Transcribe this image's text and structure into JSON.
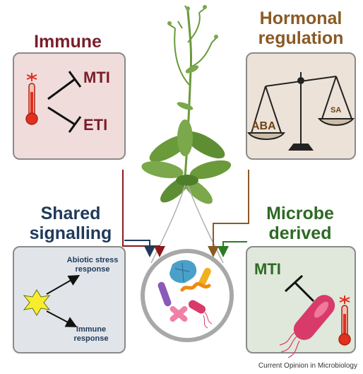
{
  "panels": {
    "immune_output": {
      "title": "Immune output",
      "labels": [
        "MTI",
        "ETI"
      ],
      "color": "#7a1e2a",
      "fill": "#f1dcdc"
    },
    "hormonal_regulation": {
      "title_line1": "Hormonal",
      "title_line2": "regulation",
      "labels": [
        "ABA",
        "SA"
      ],
      "color": "#8a5a24",
      "fill": "#ece2d8"
    },
    "shared_signalling": {
      "title_line1": "Shared",
      "title_line2": "signalling",
      "label_top_line1": "Abiotic stress",
      "label_top_line2": "response",
      "label_bottom_line1": "Immune",
      "label_bottom_line2": "response",
      "color": "#1f3a5a",
      "fill": "#e1e5ea"
    },
    "microbe_derived": {
      "title_line1": "Microbe",
      "title_line2": "derived",
      "label": "MTI",
      "color": "#2d6a24",
      "fill": "#dfe8da"
    }
  },
  "colors": {
    "arrow_red": "#8b1a1a",
    "arrow_brown": "#8a5a24",
    "arrow_navy": "#1f3a5a",
    "arrow_green": "#2d7a24",
    "plant": "#6a9a3a",
    "thermo": "#e0301e"
  },
  "credit": "Current Opinion in Microbiology"
}
